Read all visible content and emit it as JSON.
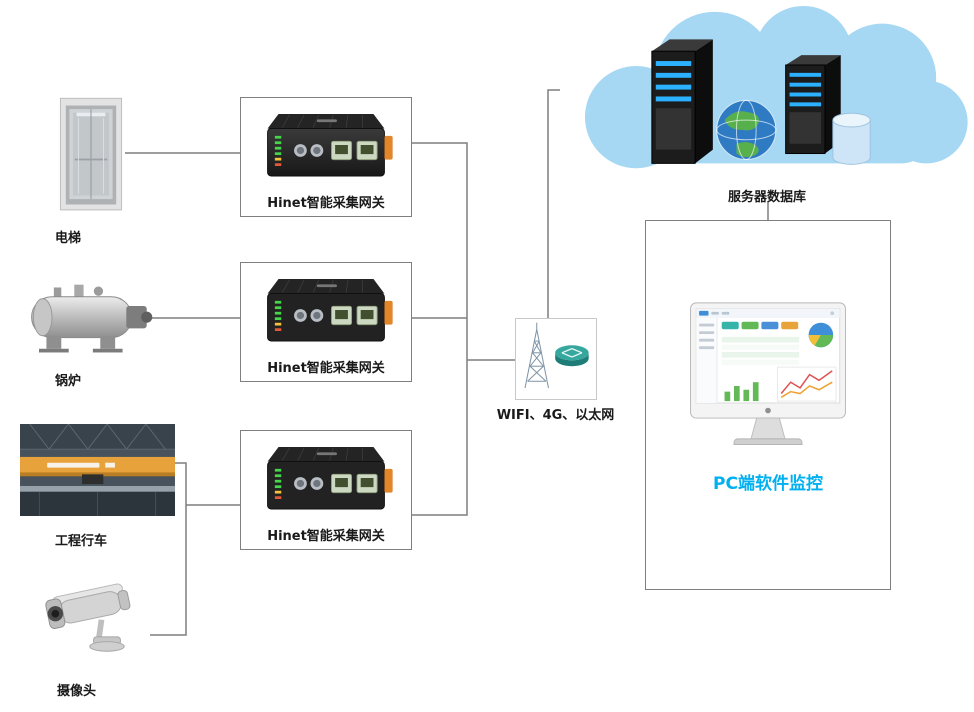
{
  "diagram": {
    "devices": {
      "elevator": {
        "label": "电梯"
      },
      "boiler": {
        "label": "锅炉"
      },
      "crane": {
        "label": "工程行车"
      },
      "camera": {
        "label": "摄像头"
      }
    },
    "gateways": [
      {
        "label": "Hinet智能采集网关"
      },
      {
        "label": "Hinet智能采集网关"
      },
      {
        "label": "Hinet智能采集网关"
      }
    ],
    "network": {
      "label": "WIFI、4G、以太网"
    },
    "cloud": {
      "label": "服务器数据库"
    },
    "pc": {
      "label": "PC端软件监控"
    },
    "colors": {
      "pc_label_accent": "#00b0f0",
      "connector_line": "#7f7f7f",
      "cloud_fill": "#a6d8f3",
      "server_slot_blue": "#2bb1ff",
      "crane_beam_orange": "#e8a23b",
      "gateway_led_green": "#46d64a"
    }
  }
}
